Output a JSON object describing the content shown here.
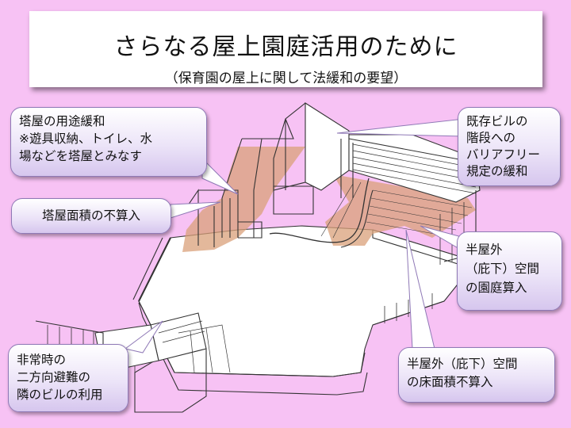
{
  "title": {
    "main": "さらなる屋上園庭活用のために",
    "sub": "（保育園の屋上に関して法緩和の要望）"
  },
  "callouts": {
    "penthouse_use": {
      "lines": [
        "塔屋の用途緩和",
        "※遊具収納、トイレ、水",
        "場などを塔屋とみなす"
      ]
    },
    "penthouse_area": {
      "lines": [
        "塔屋面積の不算入"
      ]
    },
    "barrier_free": {
      "lines": [
        "既存ビルの",
        "階段への",
        "バリアフリー",
        "規定の緩和"
      ]
    },
    "semi_outdoor_garden": {
      "lines": [
        "半屋外",
        "（庇下）空間",
        "の園庭算入"
      ]
    },
    "emergency_evac": {
      "lines": [
        "非常時の",
        "二方向避難の",
        "隣のビルの利用"
      ]
    },
    "semi_outdoor_floor": {
      "lines": [
        "半屋外（庇下）空間",
        "の床面積不算入"
      ]
    }
  },
  "colors": {
    "background": "#f7c2f4",
    "highlight": "#d9a07a",
    "callout_border": "#8f79b6"
  }
}
